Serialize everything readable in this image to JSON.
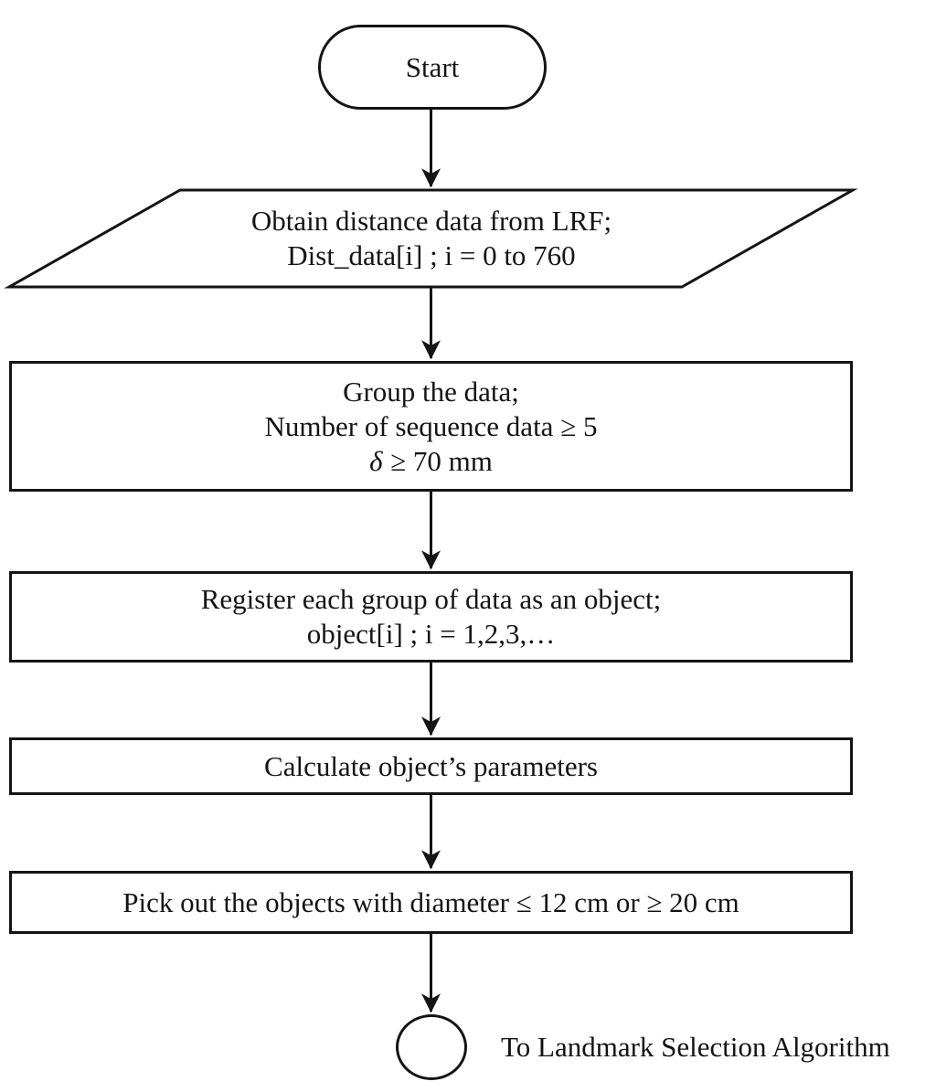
{
  "figure": {
    "kind": "flowchart"
  },
  "nodes": {
    "start": {
      "label": "Start"
    },
    "obtain": {
      "line1": "Obtain distance data from LRF;",
      "line2": "Dist_data[i] ; i = 0 to 760"
    },
    "group": {
      "line1": "Group the data;",
      "line2": "Number of sequence data ≥ 5",
      "line3_symbol": "δ",
      "line3_rest": "≥ 70 mm"
    },
    "register": {
      "line1": "Register each group of data as an object;",
      "line2": "object[i] ; i = 1,2,3,…"
    },
    "calculate": {
      "line1": "Calculate object’s parameters"
    },
    "pick": {
      "line1": "Pick out the objects with diameter ≤ 12 cm or ≥ 20 cm"
    },
    "connector": {
      "label": "To Landmark Selection Algorithm"
    }
  },
  "colors": {
    "ink": "#141414",
    "background": "#ffffff"
  }
}
